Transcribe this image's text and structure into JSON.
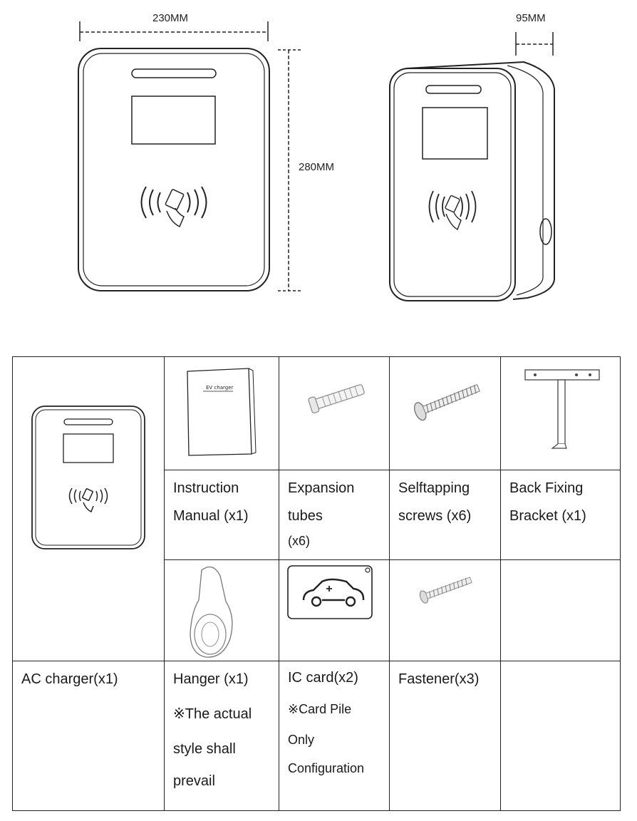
{
  "dimensions": {
    "width_label": "230MM",
    "depth_label": "95MM",
    "height_label": "280MM"
  },
  "manual_cover_text": "EV charger",
  "items": {
    "ac_charger": "AC charger(x1)",
    "manual_line1": "Instruction",
    "manual_line2": "Manual (x1)",
    "tubes_line1": "Expansion",
    "tubes_line2": "tubes",
    "tubes_line3": "(x6)",
    "screws_line1": "Selftapping",
    "screws_line2": "screws (x6)",
    "bracket_line1": "Back Fixing",
    "bracket_line2": "Bracket (x1)",
    "hanger_line1": "Hanger (x1)",
    "hanger_line2": "※The actual",
    "hanger_line3": "style shall",
    "hanger_line4": "prevail",
    "card_line1": "IC card(x2)",
    "card_line2": "※Card Pile",
    "card_line3": "Only",
    "card_line4": "Configuration",
    "fastener": "Fastener(x3)"
  }
}
